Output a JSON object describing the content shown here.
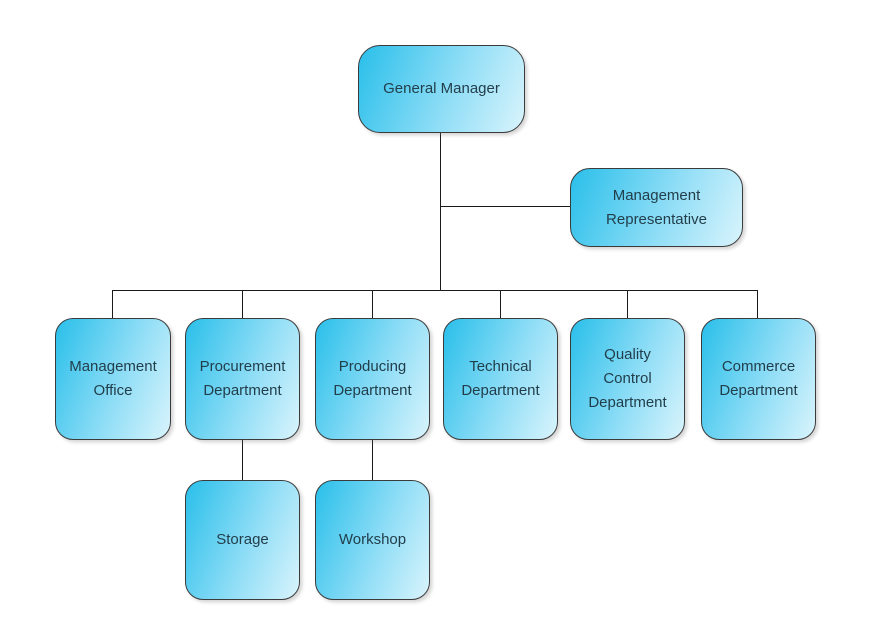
{
  "diagram": {
    "type": "org-chart",
    "nodes": {
      "general_manager": {
        "label": "General Manager"
      },
      "management_representative": {
        "label": "Management\nRepresentative"
      },
      "management_office": {
        "label": "Management\nOffice"
      },
      "procurement_department": {
        "label": "Procurement\nDepartment"
      },
      "producing_department": {
        "label": "Producing\nDepartment"
      },
      "technical_department": {
        "label": "Technical\nDepartment"
      },
      "quality_control_department": {
        "label": "Quality\nControl\nDepartment"
      },
      "commerce_department": {
        "label": "Commerce\nDepartment"
      },
      "storage": {
        "label": "Storage"
      },
      "workshop": {
        "label": "Workshop"
      }
    },
    "edges": [
      {
        "from": "general_manager",
        "to": "management_representative"
      },
      {
        "from": "general_manager",
        "to": "management_office"
      },
      {
        "from": "general_manager",
        "to": "procurement_department"
      },
      {
        "from": "general_manager",
        "to": "producing_department"
      },
      {
        "from": "general_manager",
        "to": "technical_department"
      },
      {
        "from": "general_manager",
        "to": "quality_control_department"
      },
      {
        "from": "general_manager",
        "to": "commerce_department"
      },
      {
        "from": "procurement_department",
        "to": "storage"
      },
      {
        "from": "producing_department",
        "to": "workshop"
      }
    ],
    "colors": {
      "box_gradient_start": "#29bfea",
      "box_gradient_mid": "#8eddf6",
      "box_gradient_end": "#d9f4fc",
      "box_border": "#3b3b3b",
      "text": "#223e4b",
      "connector": "#1a1a1a",
      "background": "#ffffff"
    }
  }
}
